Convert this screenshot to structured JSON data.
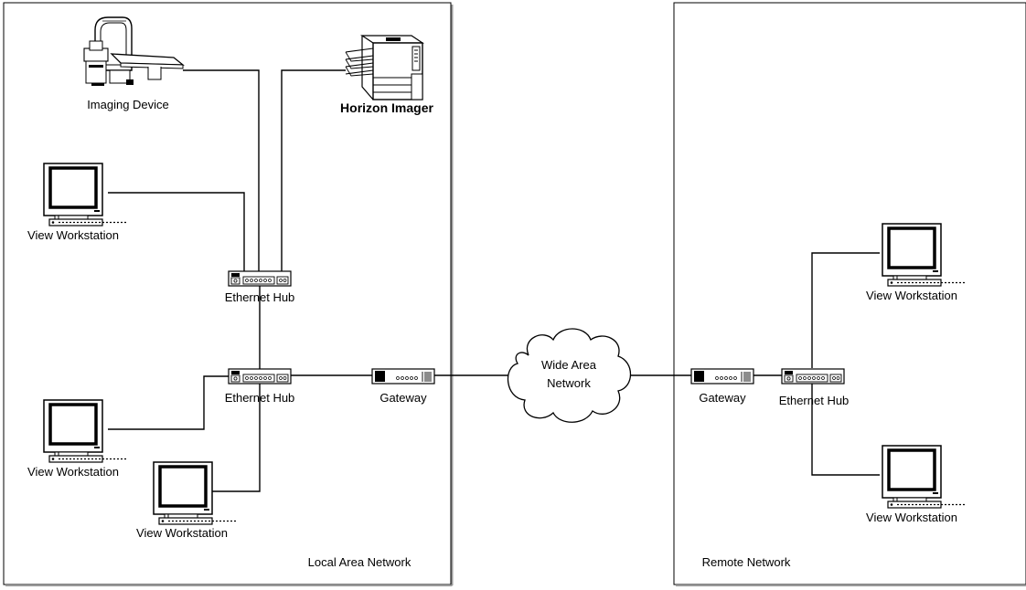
{
  "local_network": {
    "title": "Local Area Network",
    "imaging_device": "Imaging Device",
    "imager": "Horizon Imager",
    "workstation_top": "View Workstation",
    "hub_top": "Ethernet Hub",
    "hub_bottom": "Ethernet Hub",
    "workstation_mid": "View Workstation",
    "workstation_bottom": "View Workstation",
    "gateway": "Gateway"
  },
  "wan": {
    "line1": "Wide Area",
    "line2": "Network"
  },
  "remote_network": {
    "title": "Remote Network",
    "gateway": "Gateway",
    "hub": "Ethernet Hub",
    "workstation_top": "View Workstation",
    "workstation_bottom": "View Workstation"
  }
}
